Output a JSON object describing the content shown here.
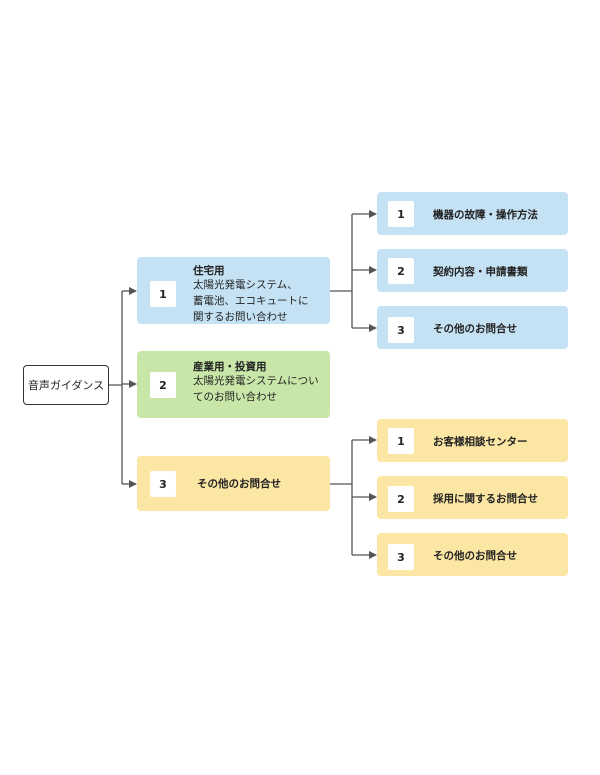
{
  "root": {
    "label": "音声ガイダンス"
  },
  "level1": [
    {
      "num": "1",
      "title": "住宅用",
      "desc": [
        "太陽光発電システム、",
        "蓄電池、エコキュートに",
        "関するお問い合わせ"
      ]
    },
    {
      "num": "2",
      "title": "産業用・投資用",
      "desc": [
        "太陽光発電システムについ",
        "てのお問い合わせ"
      ]
    },
    {
      "num": "3",
      "title": "その他のお問合せ"
    }
  ],
  "residential_options": [
    {
      "num": "1",
      "label": "機器の故障・操作方法"
    },
    {
      "num": "2",
      "label": "契約内容・申請書類"
    },
    {
      "num": "3",
      "label": "その他のお問合せ"
    }
  ],
  "other_options": [
    {
      "num": "1",
      "label": "お客様相談センター"
    },
    {
      "num": "2",
      "label": "採用に関するお問合せ"
    },
    {
      "num": "3",
      "label": "その他のお問合せ"
    }
  ],
  "colors": {
    "blue": "#c5e2f4",
    "green": "#c8e6a8",
    "yellow": "#fce6a4",
    "line": "#555555"
  }
}
